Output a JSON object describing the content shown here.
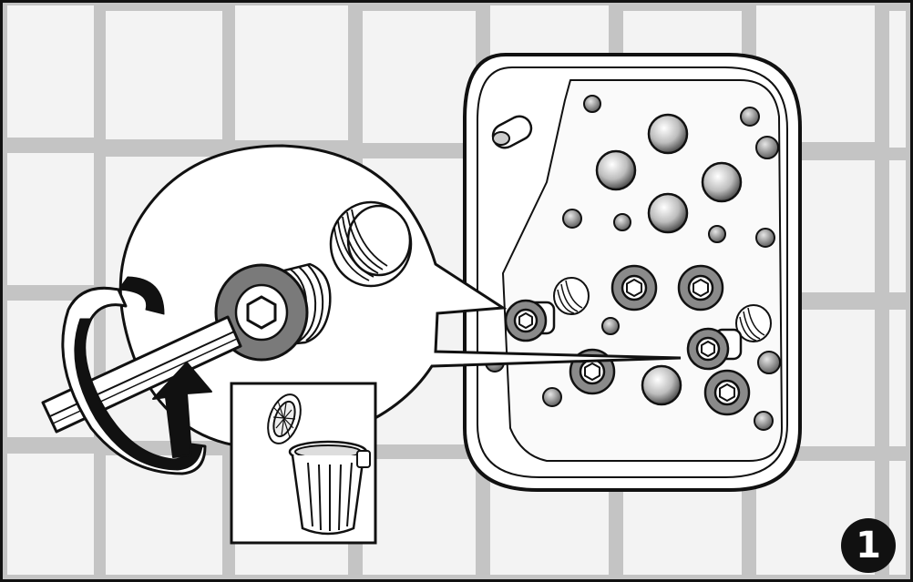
{
  "step": {
    "number": "1"
  },
  "colors": {
    "tile": "#f2f2f2",
    "grout": "#c4c4c4",
    "outline": "#111111",
    "plate": "#ffffff",
    "plug_face": "#7a7a7a",
    "hole_shade": "#444444",
    "badge": "#111111"
  },
  "icons": {
    "wall": "tiled-wall",
    "valve": "valve-plate",
    "tool": "hex-key",
    "rotation": "counterclockwise-arrow",
    "disposal": "trash-can-icon"
  }
}
